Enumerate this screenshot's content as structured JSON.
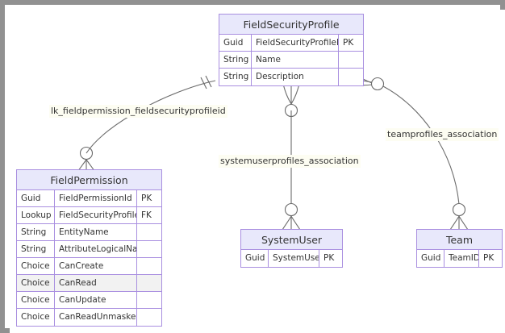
{
  "diagram": {
    "kind": "entity-relationship-diagram",
    "colors": {
      "entity_border": "#a98fe0",
      "entity_header_fill": "#e8e8fb",
      "entity_body_fill": "#ffffff",
      "connector_stroke": "#6b6b6b",
      "canvas_border": "#919191",
      "canvas_fill": "#ffffff",
      "row_highlight": "#f2f2f2",
      "label_fill": "#fdfdf2"
    },
    "entities": [
      {
        "id": "fieldsecurityprofile",
        "title": "FieldSecurityProfile",
        "attributes": [
          {
            "type": "Guid",
            "name": "FieldSecurityProfileId",
            "key": "PK"
          },
          {
            "type": "String",
            "name": "Name",
            "key": ""
          },
          {
            "type": "String",
            "name": "Description",
            "key": ""
          }
        ]
      },
      {
        "id": "fieldpermission",
        "title": "FieldPermission",
        "attributes": [
          {
            "type": "Guid",
            "name": "FieldPermissionId",
            "key": "PK"
          },
          {
            "type": "Lookup",
            "name": "FieldSecurityProfileId",
            "key": "FK"
          },
          {
            "type": "String",
            "name": "EntityName",
            "key": ""
          },
          {
            "type": "String",
            "name": "AttributeLogicalName",
            "key": ""
          },
          {
            "type": "Choice",
            "name": "CanCreate",
            "key": ""
          },
          {
            "type": "Choice",
            "name": "CanRead",
            "key": "",
            "highlighted": true
          },
          {
            "type": "Choice",
            "name": "CanUpdate",
            "key": ""
          },
          {
            "type": "Choice",
            "name": "CanReadUnmasked",
            "key": ""
          }
        ]
      },
      {
        "id": "systemuser",
        "title": "SystemUser",
        "attributes": [
          {
            "type": "Guid",
            "name": "SystemUserId",
            "key": "PK"
          }
        ]
      },
      {
        "id": "team",
        "title": "Team",
        "attributes": [
          {
            "type": "Guid",
            "name": "TeamID",
            "key": "PK"
          }
        ]
      }
    ],
    "relationships": [
      {
        "id": "lk-fieldpermission-fieldsecurityprofileid",
        "label": "lk_fieldpermission_fieldsecurityprofileid",
        "from": "FieldSecurityProfile",
        "to": "FieldPermission",
        "from_cardinality": "one-and-only-one",
        "to_cardinality": "zero-or-many"
      },
      {
        "id": "systemuserprofiles-association",
        "label": "systemuserprofiles_association",
        "from": "FieldSecurityProfile",
        "to": "SystemUser",
        "from_cardinality": "zero-or-many",
        "to_cardinality": "zero-or-many"
      },
      {
        "id": "teamprofiles-association",
        "label": "teamprofiles_association",
        "from": "FieldSecurityProfile",
        "to": "Team",
        "from_cardinality": "zero-or-many",
        "to_cardinality": "zero-or-many"
      }
    ]
  }
}
